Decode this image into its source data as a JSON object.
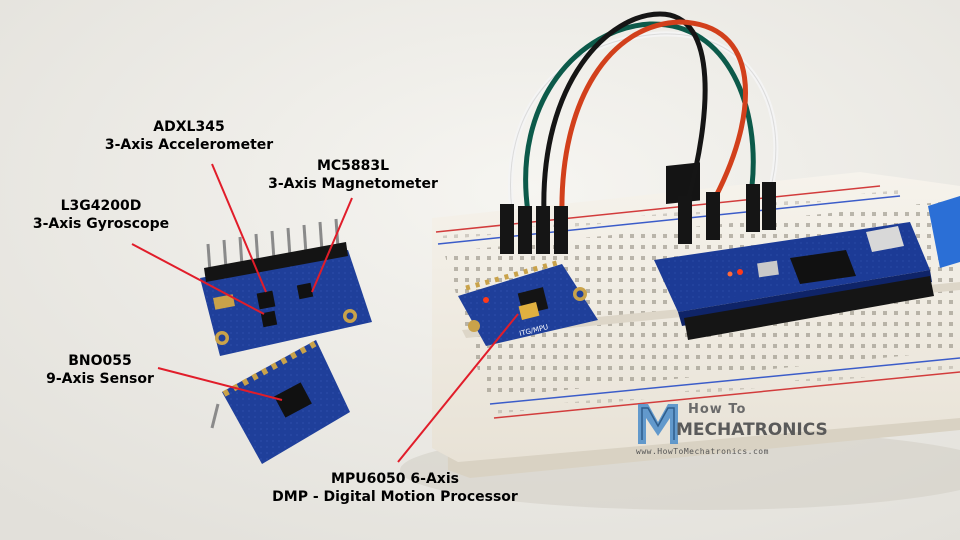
{
  "labels": {
    "adxl": {
      "line1": "ADXL345",
      "line2": "3-Axis Accelerometer"
    },
    "mc5883": {
      "line1": "MC5883L",
      "line2": "3-Axis Magnetometer"
    },
    "l3g": {
      "line1": "L3G4200D",
      "line2": "3-Axis Gyroscope"
    },
    "bno": {
      "line1": "BNO055",
      "line2": "9-Axis Sensor"
    },
    "mpu": {
      "line1": "MPU6050 6-Axis",
      "line2": "DMP - Digital Motion Processor"
    }
  },
  "board_text": {
    "mpu_silk": "ITG/MPU"
  },
  "logo": {
    "line1": "How To",
    "line2": "MECHATRONICS",
    "url": "www.HowToMechatronics.com"
  },
  "colors": {
    "background": "#ecebe6",
    "pcb_blue": "#1f3f9a",
    "callout_red": "#e11d2a",
    "breadboard": "#f3efe6",
    "wire_red": "#d2401c",
    "wire_green": "#0c5a4a",
    "wire_black": "#151515",
    "wire_white": "#f4f4f4"
  }
}
